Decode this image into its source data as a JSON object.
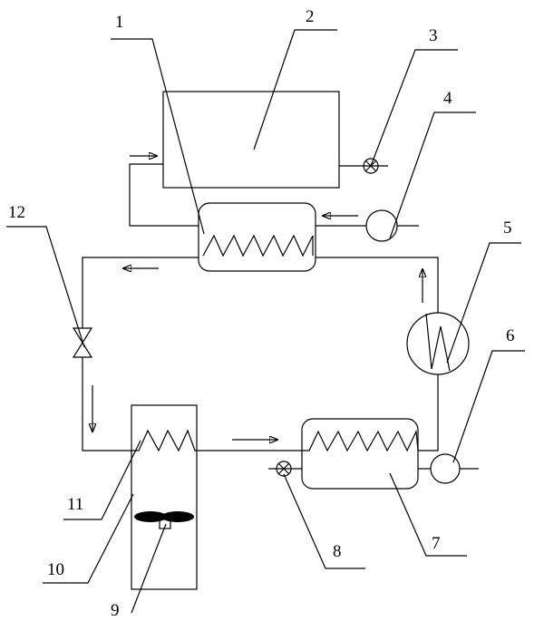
{
  "labels": {
    "l1": "1",
    "l2": "2",
    "l3": "3",
    "l4": "4",
    "l5": "5",
    "l6": "6",
    "l7": "7",
    "l8": "8",
    "l9": "9",
    "l10": "10",
    "l11": "11",
    "l12": "12"
  },
  "colors": {
    "line": "#000000",
    "background": "#ffffff"
  },
  "icons": {
    "valve": "crossed-circle-valve-icon",
    "pump": "circle-pump-icon",
    "compressor": "compressor-icon",
    "expansion_valve": "bowtie-valve-icon",
    "fan": "fan-icon",
    "coil": "zigzag-coil-icon"
  }
}
